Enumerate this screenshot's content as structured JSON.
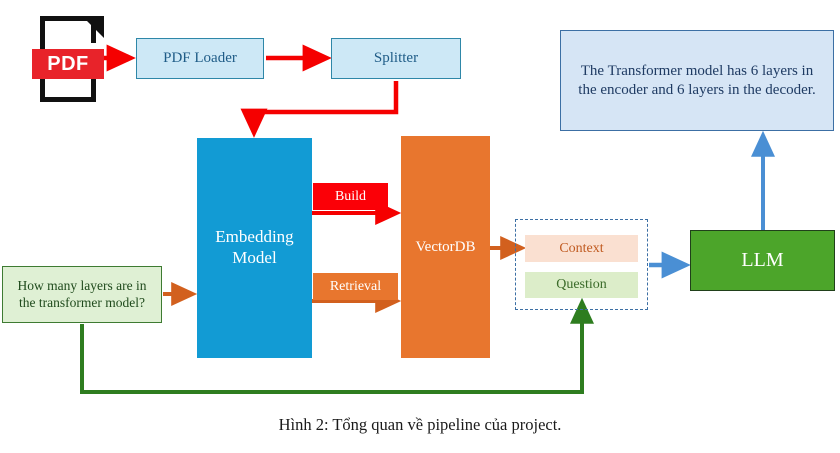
{
  "figure": {
    "caption": "Hình 2: Tổng quan về pipeline của project.",
    "icons": {
      "pdf_label": "PDF"
    }
  },
  "nodes": {
    "pdf_loader": "PDF Loader",
    "splitter": "Splitter",
    "embedding_model": "Embedding\nModel",
    "embedding_model_line1": "Embedding",
    "embedding_model_line2": "Model",
    "vectordb": "VectorDB",
    "llm": "LLM",
    "context": "Context",
    "question_slot": "Question",
    "user_question": "How many layers are in the transformer model?",
    "answer": "The Transformer model has 6 layers in the encoder and 6 layers in the decoder."
  },
  "edges": {
    "build": "Build",
    "retrieval": "Retrieval"
  },
  "colors": {
    "light_blue_fill": "#CDE8F6",
    "light_blue_border": "#2E87A8",
    "answer_fill": "#D6E5F5",
    "answer_border": "#3C6FA4",
    "embedding_blue": "#129BD4",
    "vectordb_orange": "#E8762E",
    "llm_green": "#4CA52A",
    "question_green_fill": "#DFF0D4",
    "context_fill": "#FAE0D1",
    "question_fill": "#DCEDC9",
    "build_red": "#FB0007",
    "arrow_red": "#F50000",
    "arrow_orange": "#D2601E",
    "arrow_blue": "#4A8FD4",
    "arrow_green": "#2E7D1F",
    "pdf_red": "#E8232A"
  }
}
